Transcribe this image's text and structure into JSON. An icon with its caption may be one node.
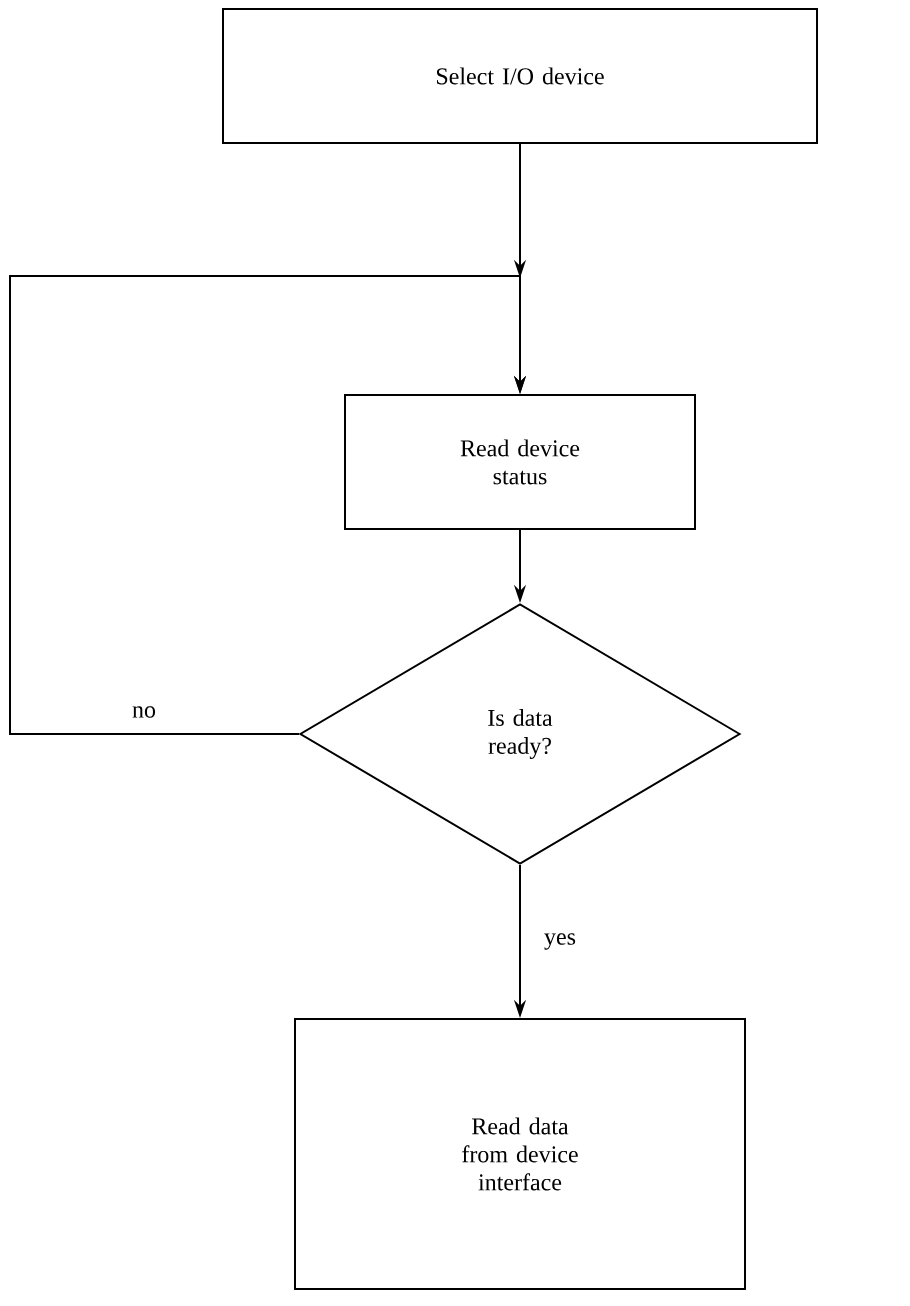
{
  "diagram": {
    "nodes": [
      {
        "text": [
          "Select I/O device"
        ]
      },
      {
        "text": [
          "Read device status"
        ]
      },
      {
        "text": [
          "Is data ready?"
        ]
      },
      {
        "text": [
          "Read data from device interface"
        ]
      }
    ],
    "edges": [
      {
        "from": 0,
        "to": 1,
        "arrow": "to"
      },
      {
        "from": 1,
        "to": 2,
        "arrow": "to"
      },
      {
        "from": 2,
        "to": 1,
        "arrow": "to",
        "label": "no"
      },
      {
        "from": 2,
        "to": 3,
        "arrow": "to",
        "label": "yes"
      }
    ]
  }
}
